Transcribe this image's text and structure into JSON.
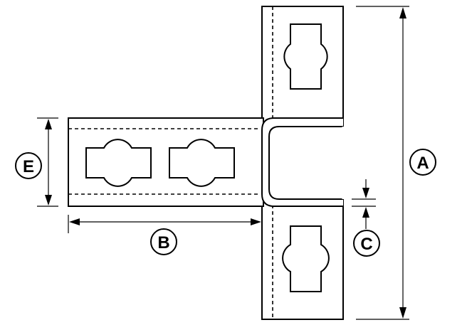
{
  "dimension_labels": {
    "A": "A",
    "B": "B",
    "C": "C",
    "E": "E"
  },
  "colors": {
    "line": "#000000",
    "background": "#ffffff"
  }
}
